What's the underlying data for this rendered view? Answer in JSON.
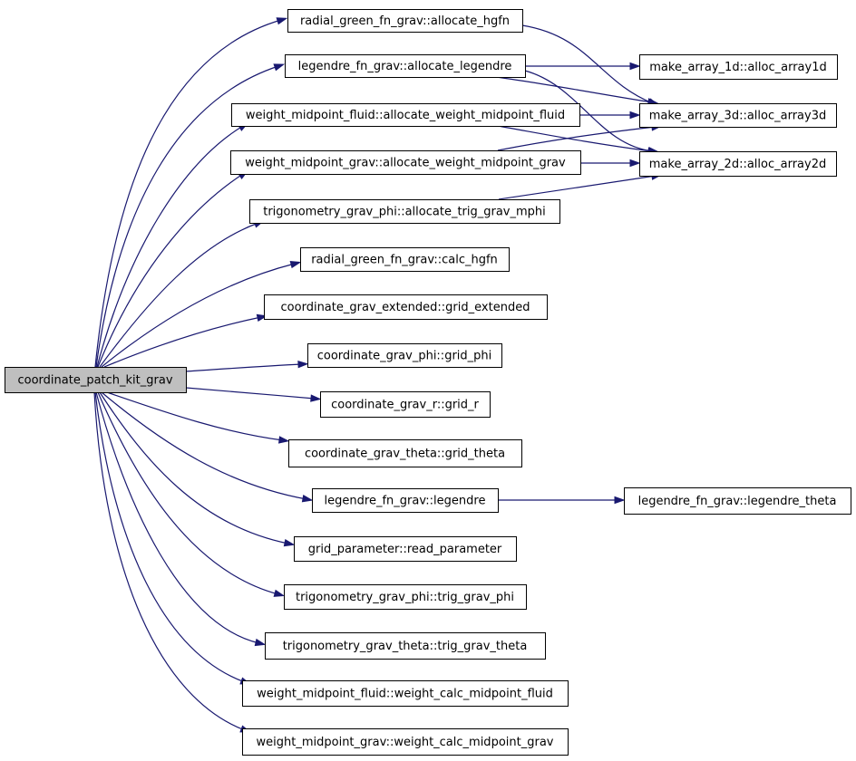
{
  "diagram": {
    "nodes": [
      {
        "id": "root",
        "label": "coordinate_patch_kit_grav",
        "root": true
      },
      {
        "id": "n1",
        "label": "radial_green_fn_grav::allocate_hgfn"
      },
      {
        "id": "n2",
        "label": "legendre_fn_grav::allocate_legendre"
      },
      {
        "id": "n3",
        "label": "weight_midpoint_fluid::allocate_weight_midpoint_fluid"
      },
      {
        "id": "n4",
        "label": "weight_midpoint_grav::allocate_weight_midpoint_grav"
      },
      {
        "id": "n5",
        "label": "trigonometry_grav_phi::allocate_trig_grav_mphi"
      },
      {
        "id": "n6",
        "label": "radial_green_fn_grav::calc_hgfn"
      },
      {
        "id": "n7",
        "label": "coordinate_grav_extended::grid_extended"
      },
      {
        "id": "n8",
        "label": "coordinate_grav_phi::grid_phi"
      },
      {
        "id": "n9",
        "label": "coordinate_grav_r::grid_r"
      },
      {
        "id": "n10",
        "label": "coordinate_grav_theta::grid_theta"
      },
      {
        "id": "n11",
        "label": "legendre_fn_grav::legendre"
      },
      {
        "id": "n12",
        "label": "grid_parameter::read_parameter"
      },
      {
        "id": "n13",
        "label": "trigonometry_grav_phi::trig_grav_phi"
      },
      {
        "id": "n14",
        "label": "trigonometry_grav_theta::trig_grav_theta"
      },
      {
        "id": "n15",
        "label": "weight_midpoint_fluid::weight_calc_midpoint_fluid"
      },
      {
        "id": "n16",
        "label": "weight_midpoint_grav::weight_calc_midpoint_grav"
      },
      {
        "id": "m1",
        "label": "make_array_1d::alloc_array1d"
      },
      {
        "id": "m3",
        "label": "make_array_3d::alloc_array3d"
      },
      {
        "id": "m2",
        "label": "make_array_2d::alloc_array2d"
      },
      {
        "id": "lt",
        "label": "legendre_fn_grav::legendre_theta"
      }
    ],
    "edges": [
      {
        "from": "root",
        "to": "n1"
      },
      {
        "from": "root",
        "to": "n2"
      },
      {
        "from": "root",
        "to": "n3"
      },
      {
        "from": "root",
        "to": "n4"
      },
      {
        "from": "root",
        "to": "n5"
      },
      {
        "from": "root",
        "to": "n6"
      },
      {
        "from": "root",
        "to": "n7"
      },
      {
        "from": "root",
        "to": "n8"
      },
      {
        "from": "root",
        "to": "n9"
      },
      {
        "from": "root",
        "to": "n10"
      },
      {
        "from": "root",
        "to": "n11"
      },
      {
        "from": "root",
        "to": "n12"
      },
      {
        "from": "root",
        "to": "n13"
      },
      {
        "from": "root",
        "to": "n14"
      },
      {
        "from": "root",
        "to": "n15"
      },
      {
        "from": "root",
        "to": "n16"
      },
      {
        "from": "n1",
        "to": "m3"
      },
      {
        "from": "n2",
        "to": "m1"
      },
      {
        "from": "n2",
        "to": "m3"
      },
      {
        "from": "n2",
        "to": "m2"
      },
      {
        "from": "n3",
        "to": "m3"
      },
      {
        "from": "n3",
        "to": "m2"
      },
      {
        "from": "n4",
        "to": "m3"
      },
      {
        "from": "n4",
        "to": "m2"
      },
      {
        "from": "n5",
        "to": "m2"
      },
      {
        "from": "n11",
        "to": "lt"
      }
    ],
    "colors": {
      "edge": "#191970",
      "root_fill": "#bfbfbf",
      "node_fill": "#ffffff",
      "border": "#000000"
    }
  }
}
